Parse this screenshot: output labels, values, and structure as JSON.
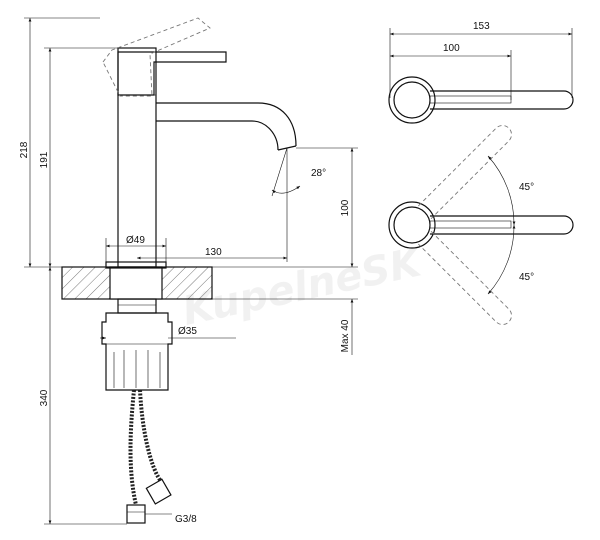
{
  "dimensions": {
    "total_height": "218",
    "spout_height": "191",
    "lower_height": "340",
    "spout_clearance": "100",
    "max_thickness": "Max 40",
    "body_diameter": "Ø49",
    "reach": "130",
    "shank_diameter": "Ø35",
    "connection": "G3/8",
    "spout_angle": "28°",
    "top_width_total": "153",
    "top_width_handle": "100",
    "angle_upper": "45°",
    "angle_lower": "45°"
  },
  "watermark": "KupelneSK"
}
